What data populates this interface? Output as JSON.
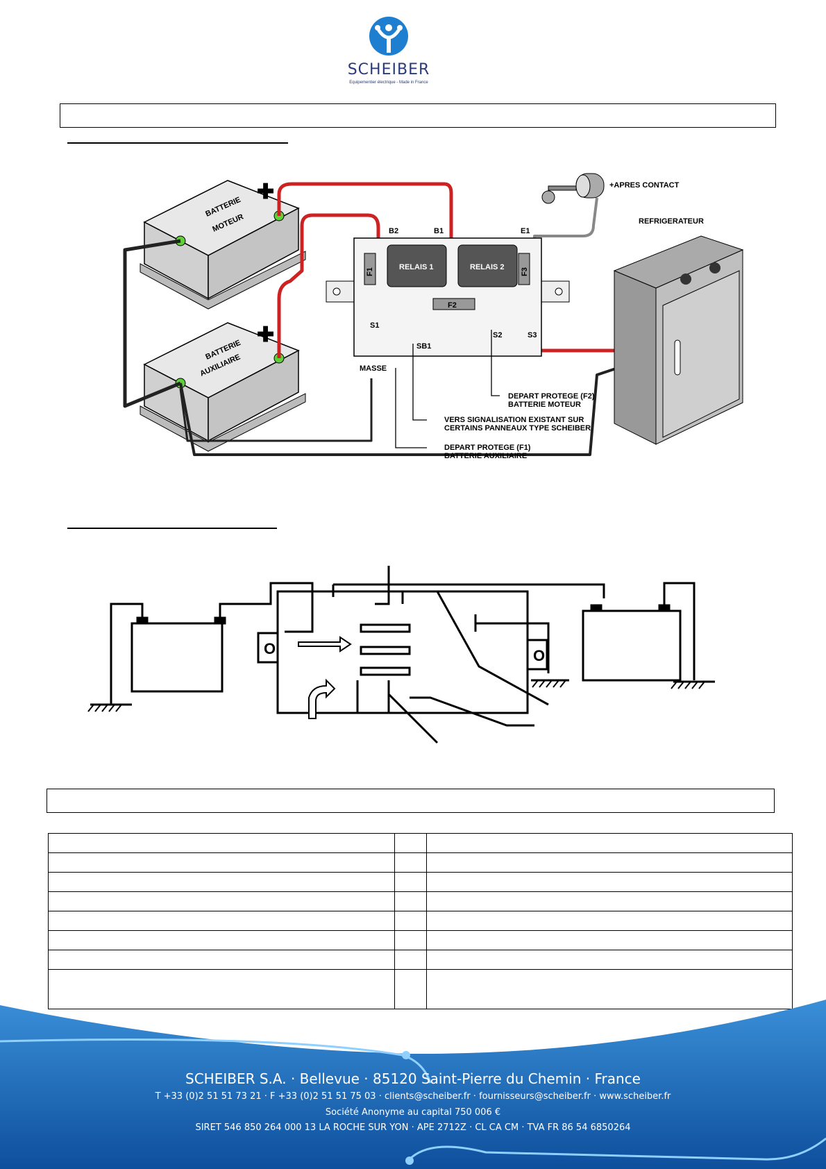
{
  "header": {
    "logo_text": "SCHEIBER",
    "logo_tagline": "Equipementier électrique - Made in France"
  },
  "wiring_diagram": {
    "battery_engine_label_1": "BATTERIE",
    "battery_engine_label_2": "MOTEUR",
    "battery_aux_label_1": "BATTERIE",
    "battery_aux_label_2": "AUXILIAIRE",
    "terminal_b2": "B2",
    "terminal_b1": "B1",
    "terminal_e1": "E1",
    "relay_1": "RELAIS 1",
    "relay_2": "RELAIS 2",
    "fuse_f1": "F1",
    "fuse_f2": "F2",
    "fuse_f3": "F3",
    "output_s1": "S1",
    "output_s2": "S2",
    "output_s3": "S3",
    "output_sb1": "SB1",
    "ground": "MASSE",
    "ignition": "+APRES CONTACT",
    "fridge": "REFRIGERATEUR",
    "note_f2_1": "DEPART PROTEGE (F2)",
    "note_f2_2": "BATTERIE MOTEUR",
    "note_sb1_1": "VERS SIGNALISATION EXISTANT SUR",
    "note_sb1_2": "CERTAINS PANNEAUX TYPE SCHEIBER",
    "note_f1_1": "DEPART PROTEGE (F1)",
    "note_f1_2": "BATTERIE AUXILIAIRE"
  },
  "table": {
    "rows": 8
  },
  "footer": {
    "company": "SCHEIBER S.A.",
    "address": "· Bellevue · 85120 Saint-Pierre du Chemin · France",
    "contact": "T +33 (0)2 51 51 73 21 · F +33 (0)2 51 51 75 03 · clients@scheiber.fr · fournisseurs@scheiber.fr · www.scheiber.fr",
    "capital": "Société Anonyme au capital 750 006 €",
    "siret": "SIRET 546 850 264 000 13 LA ROCHE SUR YON · APE 2712Z · CL CA CM · TVA FR 86 54 6850264"
  },
  "colors": {
    "brand_blue": "#2a3b7a",
    "logo_blue": "#1e7fd0",
    "footer_blue": "#1a5fb0",
    "wire_red": "#cc2222"
  }
}
